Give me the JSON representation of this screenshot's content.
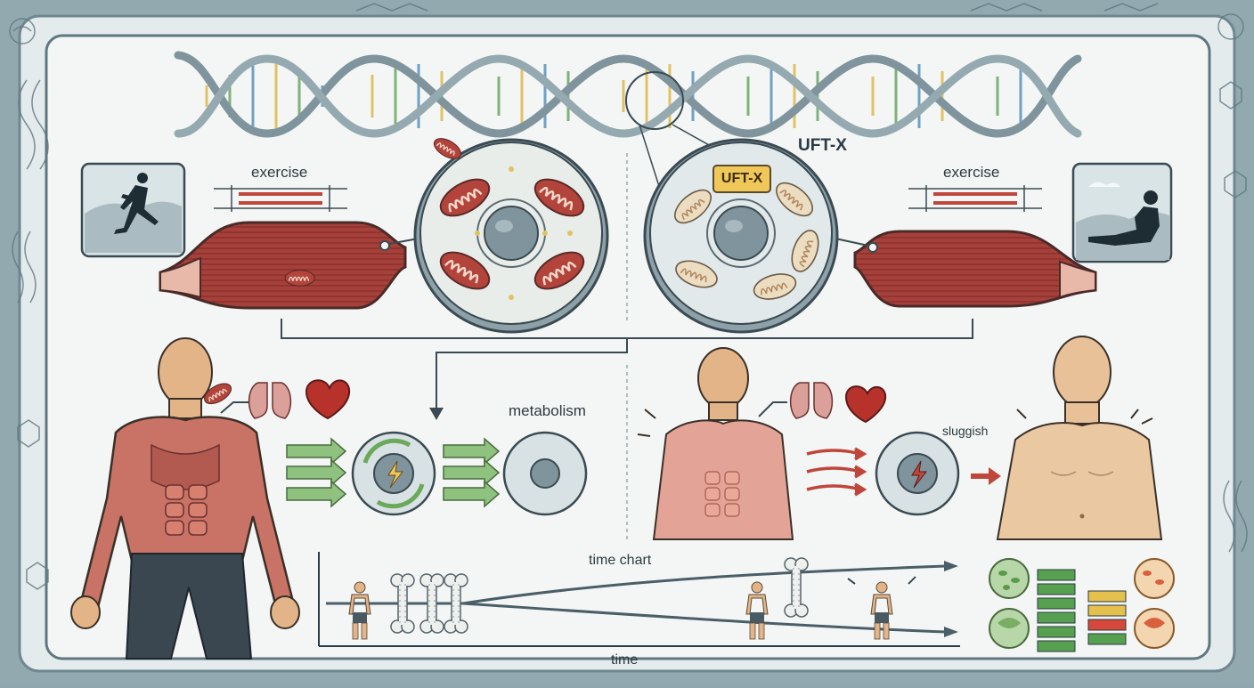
{
  "labels": {
    "exercise_left": "exercise",
    "exercise_right": "exercise",
    "gene": "UFT-X",
    "gene_badge": "UFT-X",
    "metabolism": "metabolism",
    "sluggish": "sluggish",
    "time_chart": "time chart",
    "time_axis": "time"
  },
  "icons": [
    "dna-helix",
    "runner-icon",
    "resting-person-icon",
    "muscle-icon",
    "cell-icon",
    "mitochondria-icon",
    "lungs-icon",
    "heart-icon",
    "energy-bolt-icon",
    "bone-icon",
    "gut-microbiome-icon"
  ],
  "colors": {
    "active_arrows": "#8ec27e",
    "weak_arrows": "#c0463c",
    "muscle": "#a5403a",
    "gene_badge": "#f0c85a",
    "bar_good": "#56a050",
    "bar_warn": "#e4c04c",
    "bar_bad": "#d6473c"
  }
}
